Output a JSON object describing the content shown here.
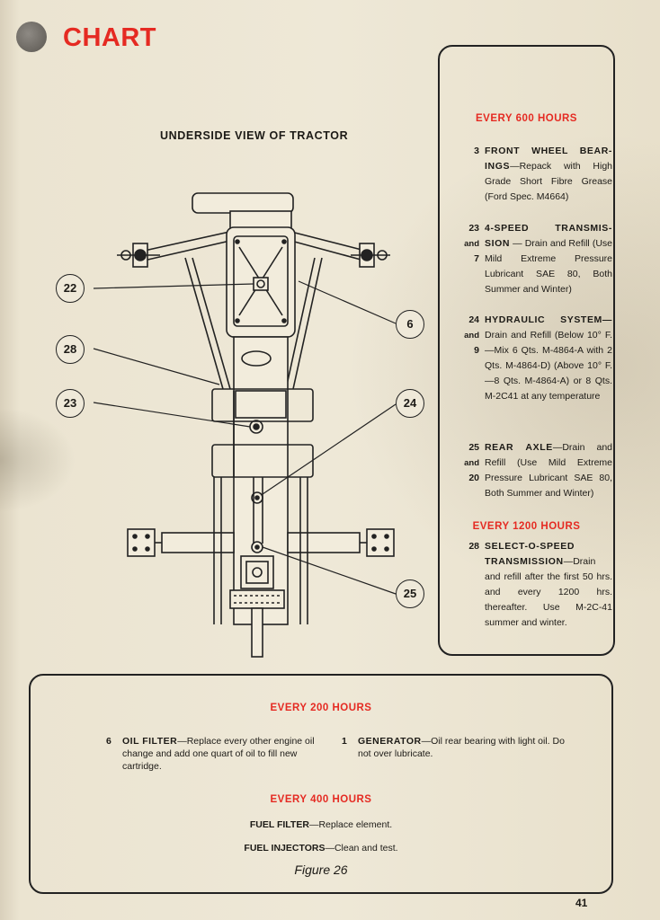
{
  "page": {
    "title": "CHART",
    "page_number": "41",
    "figure_caption": "Figure 26"
  },
  "diagram": {
    "title": "UNDERSIDE VIEW OF TRACTOR",
    "callouts": [
      "22",
      "28",
      "23",
      "6",
      "24",
      "25"
    ]
  },
  "side_panel": {
    "heading_600": "EVERY 600 HOURS",
    "heading_1200": "EVERY 1200 HOURS",
    "entries": [
      {
        "nums": [
          "3"
        ],
        "name": "FRONT WHEEL BEAR-INGS",
        "text": "—Repack with High Grade Short Fibre Grease (Ford Spec. M4664)"
      },
      {
        "nums": [
          "23",
          "and",
          "7"
        ],
        "name": "4-SPEED TRANSMIS-SION",
        "text": " — Drain and Refill (Use Mild Extreme Pressure Lubricant SAE 80, Both Summer and Winter)"
      },
      {
        "nums": [
          "24",
          "and",
          "9"
        ],
        "name": "HYDRAULIC SYSTEM—",
        "text": " Drain and Refill (Below 10° F.—Mix 6 Qts. M-4864-A with 2 Qts. M-4864-D) (Above 10° F.—8 Qts. M-4864-A) or 8 Qts. M-2C41 at any temperature"
      },
      {
        "nums": [
          "25",
          "and",
          "20"
        ],
        "name": "REAR AXLE",
        "text": "—Drain and Refill (Use Mild Extreme Pressure Lubricant SAE 80, Both Summer and Winter)"
      },
      {
        "nums": [
          "28"
        ],
        "name": "SELECT-O-SPEED TRANSMISSION",
        "text": "—Drain and refill after the first 50 hrs. and every 1200 hrs. thereafter. Use M-2C-41 summer and winter."
      }
    ]
  },
  "bottom_panel": {
    "heading_200": "EVERY 200 HOURS",
    "heading_400": "EVERY 400 HOURS",
    "oil_filter": {
      "num": "6",
      "name": "OIL FILTER",
      "text": "—Replace every other engine oil change and add one quart of oil to fill new cartridge."
    },
    "generator": {
      "num": "1",
      "name": "GENERATOR",
      "text": "—Oil rear bearing with light oil. Do not over lubricate."
    },
    "fuel_filter": {
      "name": "FUEL FILTER",
      "text": "—Replace element."
    },
    "fuel_injectors": {
      "name": "FUEL INJECTORS",
      "text": "—Clean and test."
    }
  }
}
